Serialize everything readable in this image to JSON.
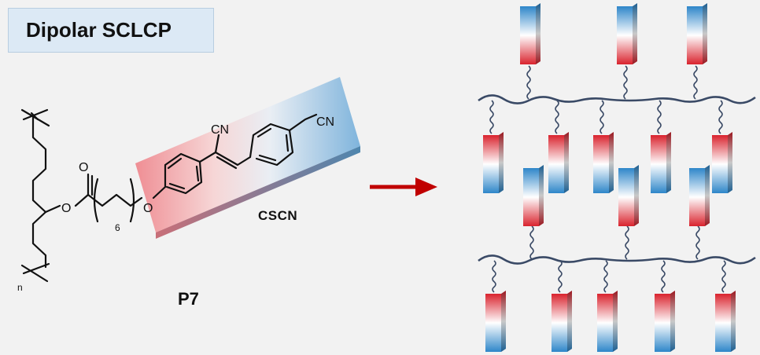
{
  "header": {
    "title": "Dipolar SCLCP"
  },
  "labels": {
    "mesogen": "CSCN",
    "polymer": "P7",
    "atom_O": "O",
    "atom_CN": "CN",
    "subscript_6": "6",
    "subscript_n": "n"
  },
  "colors": {
    "red": "#d9232e",
    "blue": "#2e86c9",
    "arrow": "#c00000",
    "backbone": "#3a4a66"
  }
}
